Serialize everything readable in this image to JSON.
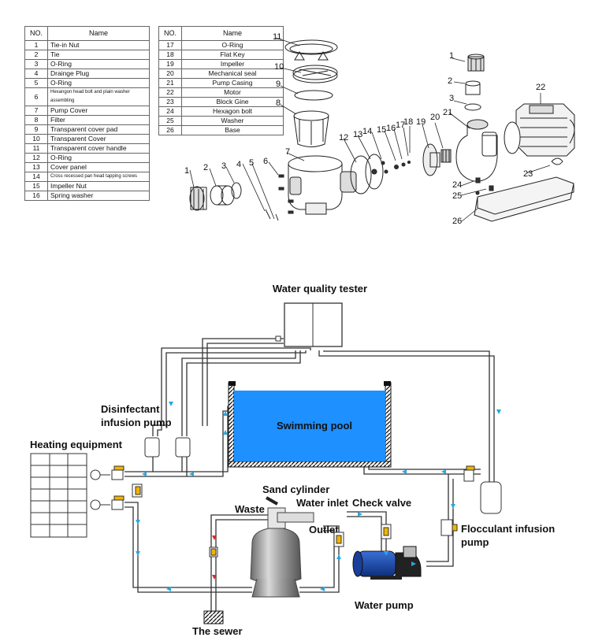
{
  "parts_table": {
    "header_no": "NO.",
    "header_name": "Name",
    "left_rows": [
      {
        "no": "1",
        "name": "Tie-in Nut"
      },
      {
        "no": "2",
        "name": "Tie"
      },
      {
        "no": "3",
        "name": "O-Ring"
      },
      {
        "no": "4",
        "name": "Drainge Plug"
      },
      {
        "no": "5",
        "name": "O-Ring"
      },
      {
        "no": "6",
        "name": "Hexangon head bolt and plain washer assembling"
      },
      {
        "no": "7",
        "name": "Pump Cover"
      },
      {
        "no": "8",
        "name": "Filter"
      },
      {
        "no": "9",
        "name": "Transparent cover pad"
      },
      {
        "no": "10",
        "name": "Transparent Cover"
      },
      {
        "no": "11",
        "name": "Transparent cover handle"
      },
      {
        "no": "12",
        "name": "O-Ring"
      },
      {
        "no": "13",
        "name": "Cover panel"
      },
      {
        "no": "14",
        "name": "Cross recessed pan head tapping screws"
      },
      {
        "no": "15",
        "name": "Impeller Nut"
      },
      {
        "no": "16",
        "name": "Spring washer"
      }
    ],
    "right_rows": [
      {
        "no": "17",
        "name": "O-Ring"
      },
      {
        "no": "18",
        "name": "Flat Key"
      },
      {
        "no": "19",
        "name": "Impeller"
      },
      {
        "no": "20",
        "name": "Mechanical seal"
      },
      {
        "no": "21",
        "name": "Pump Casing"
      },
      {
        "no": "22",
        "name": "Motor"
      },
      {
        "no": "23",
        "name": "Block Gine"
      },
      {
        "no": "24",
        "name": "Hexagon bolt"
      },
      {
        "no": "25",
        "name": "Washer"
      },
      {
        "no": "26",
        "name": "Base"
      }
    ]
  },
  "exploded_view": {
    "callouts": [
      "1",
      "2",
      "3",
      "4",
      "5",
      "6",
      "7",
      "8",
      "9",
      "10",
      "11",
      "12",
      "13",
      "14",
      "15",
      "16",
      "17",
      "18",
      "19",
      "20",
      "21",
      "22",
      "23",
      "24",
      "25",
      "26"
    ]
  },
  "system_diagram": {
    "water_quality_tester": "Water quality tester",
    "disinfectant_pump_line1": "Disinfectant",
    "disinfectant_pump_line2": "infusion pump",
    "heating_equipment": "Heating equipment",
    "swimming_pool": "Swimming pool",
    "sand_cylinder": "Sand cylinder",
    "waste": "Waste",
    "water_inlet": "Water inlet",
    "check_valve": "Check valve",
    "outlet": "Outlet",
    "flocculant_line1": "Flocculant infusion",
    "flocculant_line2": "pump",
    "water_pump": "Water pump",
    "the_sewer": "The sewer",
    "colors": {
      "pool_blue": "#1e90ff",
      "flow_arrow": "#29a6e0",
      "valve_yellow": "#f0b400",
      "valve_red": "#d32f2f",
      "pipe": "#333333"
    }
  }
}
